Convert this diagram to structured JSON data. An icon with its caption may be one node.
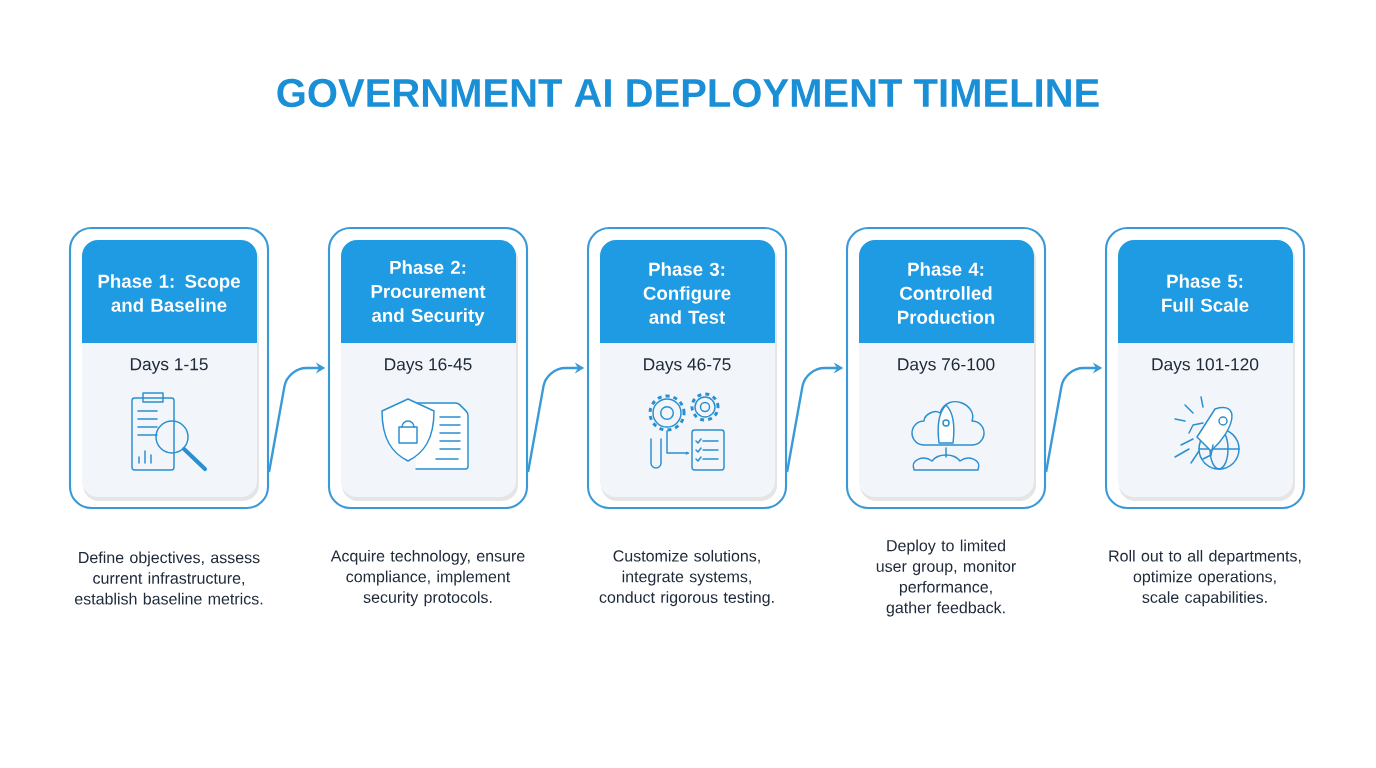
{
  "diagram": {
    "title": "GOVERNMENT AI DEPLOYMENT TIMELINE",
    "nodes": [
      {
        "text": [
          "Phase 1: Scope and Baseline",
          "Days 1-15"
        ],
        "beside": [
          "Define objectives, assess current infrastructure, establish baseline metrics."
        ]
      },
      {
        "text": [
          "Phase 2: Procurement and Security",
          "Days 16-45"
        ],
        "beside": [
          "Acquire technology, ensure compliance, implement security protocols."
        ]
      },
      {
        "text": [
          "Phase 3: Configure and Test",
          "Days 46-75"
        ],
        "beside": [
          "Customize solutions, integrate systems, conduct rigorous testing."
        ]
      },
      {
        "text": [
          "Phase 4: Controlled Production",
          "Days 76-100"
        ],
        "beside": [
          "Deploy to limited user group, monitor performance, gather feedback."
        ]
      },
      {
        "text": [
          "Phase 5: Full Scale",
          "Days 101-120"
        ],
        "beside": [
          "Roll out to all departments, optimize operations, scale capabilities."
        ]
      }
    ],
    "edges": [
      {
        "from": 0,
        "to": 1,
        "arrow": "to"
      },
      {
        "from": 1,
        "to": 2,
        "arrow": "to"
      },
      {
        "from": 2,
        "to": 3,
        "arrow": "to"
      },
      {
        "from": 3,
        "to": 4,
        "arrow": "to"
      }
    ]
  }
}
